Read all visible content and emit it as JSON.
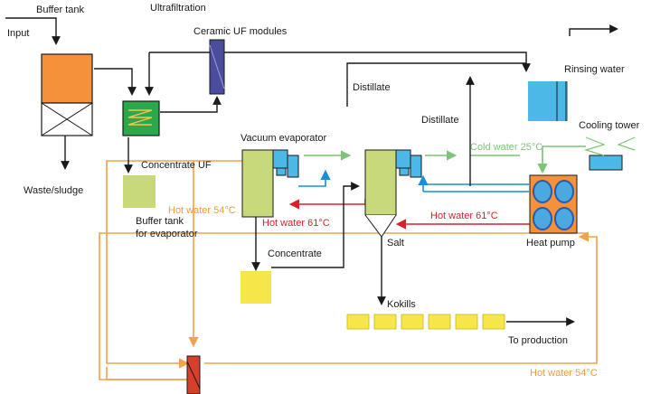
{
  "colors": {
    "black_line": "#1a1a1a",
    "orange_line": "#f5a04a",
    "red_line": "#d6232a",
    "green_line": "#7cc576",
    "blue_line": "#1b8fd6",
    "gray_line": "#7a7a7a",
    "tank_orange": "#f5913a",
    "uf_module": "#4a4d9c",
    "heat_exchanger": "#2aa84a",
    "buffer_tank": "#c7d97a",
    "evaporator": "#c7d97a",
    "condenser_blue": "#4cb8e8",
    "rinsing_tank": "#4cb8e8",
    "yellow": "#f7e64a",
    "heat_pump_orange": "#f5913a",
    "heat_pump_blue": "#4ca8e0",
    "heat_pump_dark": "#2a5aa8",
    "cooling_tower": "#4cb8e8"
  },
  "labels": {
    "buffer_tank": "Buffer tank",
    "input": "Input",
    "ultrafiltration": "Ultrafiltration",
    "ceramic_uf": "Ceramic UF modules",
    "rinsing_water": "Rinsing water",
    "distillate_1": "Distillate",
    "distillate_2": "Distillate",
    "cooling_tower": "Cooling tower",
    "vacuum_evaporator": "Vacuum evaporator",
    "cold_water": "Cold water 25°C",
    "waste_sludge": "Waste/sludge",
    "concentrate_uf": "Concentrate UF",
    "buffer_evap_1": "Buffer tank",
    "buffer_evap_2": "for evaporator",
    "hot_water_54_a": "Hot water 54°C",
    "hot_water_61_a": "Hot water 61°C",
    "hot_water_61_b": "Hot water 61°C",
    "heat_pump": "Heat pump",
    "salt": "Salt",
    "concentrate": "Concentrate",
    "kokills": "Kokills",
    "to_production": "To production",
    "hot_water_54_b": "Hot water 54°C"
  }
}
